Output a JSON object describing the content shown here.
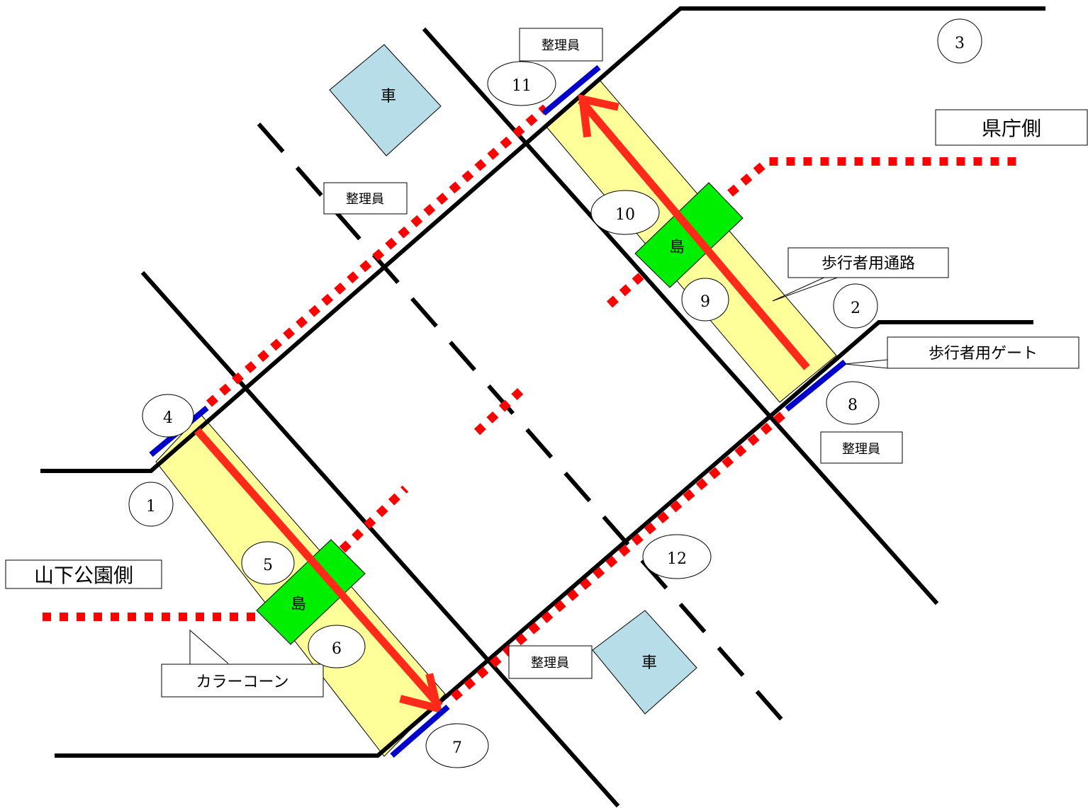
{
  "labels": {
    "kencho": "県庁側",
    "yamashita": "山下公園側",
    "walkway": "歩行者用通路",
    "gate": "歩行者用ゲート",
    "cone": "カラーコーン",
    "staff1": "整理員",
    "staff2": "整理員",
    "staff3": "整理員",
    "staff4": "整理員",
    "car1": "車",
    "car2": "車",
    "island1": "島",
    "island2": "島"
  },
  "markers": [
    "1",
    "2",
    "3",
    "4",
    "5",
    "6",
    "7",
    "8",
    "9",
    "10",
    "11",
    "12"
  ],
  "colors": {
    "road": "#000000",
    "cone": "#ff0000",
    "arrow": "#ff2a1a",
    "gate": "#0000cc",
    "walkway": "#ffff99",
    "island": "#00ee00",
    "car": "#b7dde8"
  }
}
